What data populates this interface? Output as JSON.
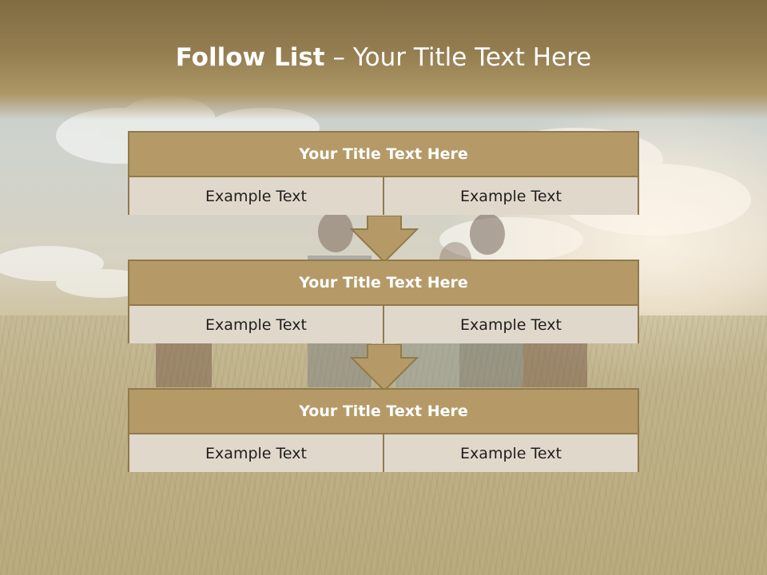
{
  "slide": {
    "title_bold": "Follow List",
    "title_rest": " – Your Title Text Here"
  },
  "steps": [
    {
      "title": "Your Title Text Here",
      "left": "Example Text",
      "right": "Example Text"
    },
    {
      "title": "Your Title Text Here",
      "left": "Example Text",
      "right": "Example Text"
    },
    {
      "title": "Your Title Text Here",
      "left": "Example Text",
      "right": "Example Text"
    }
  ],
  "colors": {
    "header_fill": "#b59a68",
    "cell_fill": "#e1d8cc",
    "border": "#8f7a4c",
    "title_band": "#806c43"
  },
  "icons": [
    "down-arrow-icon",
    "down-arrow-icon"
  ]
}
